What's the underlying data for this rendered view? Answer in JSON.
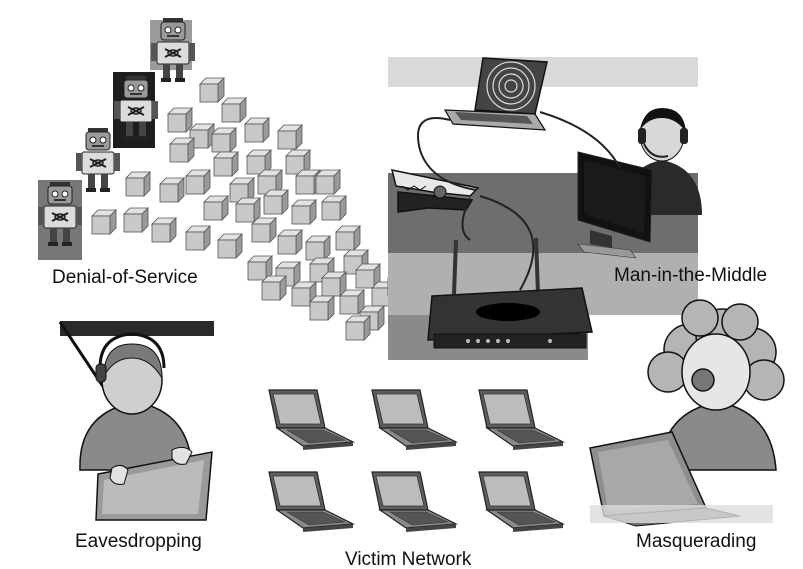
{
  "labels": {
    "denial_of_service": "Denial-of-Service",
    "man_in_the_middle": "Man-in-the-Middle",
    "eavesdropping": "Eavesdropping",
    "victim_network": "Victim Network",
    "masquerading": "Masquerading"
  },
  "icons": {
    "robots": "robot-icon",
    "packets": "packet-cube-icon",
    "router": "router-icon",
    "clip": "alligator-clip-icon",
    "operator": "headset-operator-icon",
    "victim_laptops": "laptop-icon",
    "eavesdropper": "eavesdropper-icon",
    "masquerader": "clown-masquerader-icon"
  },
  "colors": {
    "background": "#ffffff",
    "ink": "#111111",
    "cube_face": "#c8c8c8",
    "cube_top": "#e2e2e2",
    "cube_side": "#9a9a9a",
    "band_light": "#d9d9d9",
    "band_dark": "#6e6e6e"
  }
}
